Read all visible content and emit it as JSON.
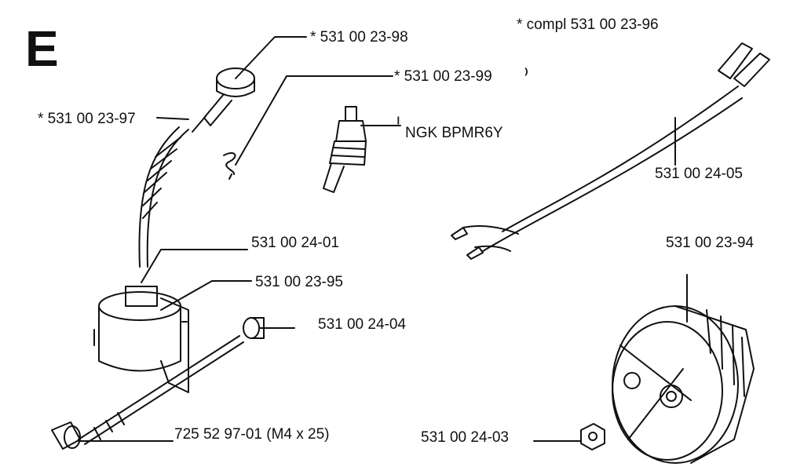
{
  "section_letter": "E",
  "labels": {
    "p_23_98": "* 531 00 23-98",
    "p_23_96": "* compl 531 00 23-96",
    "p_23_99": "* 531 00 23-99",
    "p_23_99_mark": "⁾",
    "p_23_97": "* 531 00 23-97",
    "spark_plug": "NGK BPMR6Y",
    "spark_plug_mark": "ˡ",
    "p_24_05": "531 00 24-05",
    "p_24_01": "531 00 24-01",
    "p_23_94": "531 00 23-94",
    "p_23_95": "531 00 23-95",
    "p_24_04": "531 00 24-04",
    "p_97_01": "725 52 97-01 (M4 x 25)",
    "p_24_03": "531 00 24-03"
  },
  "colors": {
    "ink": "#111111",
    "paper": "#ffffff"
  }
}
